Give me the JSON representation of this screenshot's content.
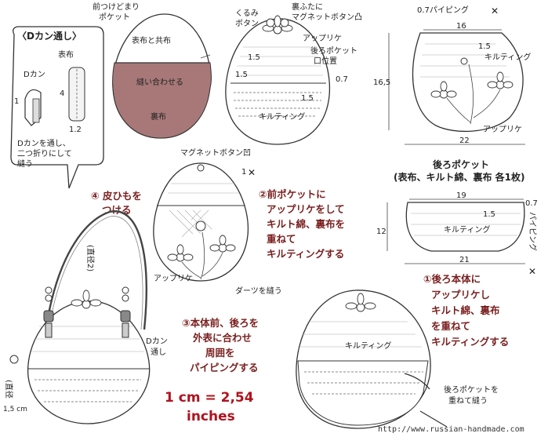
{
  "title": "〈Dカン通し〉",
  "watermark": "http://www.russian-handmade.com",
  "conversion": {
    "line1": "1 cm = 2,54",
    "line2": "inches"
  },
  "dring_panel": {
    "omote": "表布",
    "dkan": "Dカン",
    "n1": "1",
    "n4": "4",
    "n12": "1.2",
    "instr1": "Dカンを通し、",
    "instr2": "二つ折りにして",
    "instr3": "縫う"
  },
  "front_pocket": {
    "top1": "前つけどまり",
    "top2": "ポケット",
    "omote_tomo": "表布と共布",
    "nuiawase": "縫い合わせる",
    "urafu": "裏布"
  },
  "front_body": {
    "kurumi1": "くるみ",
    "kurumi2": "ボタン",
    "urafuta1": "裏ふたに",
    "urafuta2": "マグネットボタン凸",
    "applique": "アップリケ",
    "ushiro1": "後ろポケット",
    "ushiro2": "口位置",
    "d15a": "1.5",
    "d15b": "1.5",
    "d07": "0.7",
    "d15c": "1.5",
    "quilting": "キルティング"
  },
  "back_body": {
    "piping": "0.7パイピング",
    "w16": "16",
    "d15": "1.5",
    "quilting": "キルティング",
    "h165": "16,5",
    "applique": "アップリケ",
    "w22": "22"
  },
  "back_pocket": {
    "title": "後ろポケット",
    "subtitle": "(表布、キルト綿、裏布 各1枚)",
    "w19": "19",
    "d15": "1.5",
    "d07": "0.7",
    "piping": "パイピング",
    "quilting": "キルティング",
    "h12": "12",
    "w21": "21"
  },
  "step4": {
    "line1": "④ 皮ひもを",
    "line2": "つける"
  },
  "magnet_pocket": {
    "magnet": "マグネットボタン凹",
    "n1": "1",
    "applique": "アップリケ",
    "darts": "ダーツを縫う"
  },
  "step2": {
    "line1": "②前ポケットに",
    "line2": "アップリケをして",
    "line3": "キルト綿、裏布を",
    "line4": "重ねて",
    "line5": "キルティングする"
  },
  "step3": {
    "line1": "③本体前、後ろを",
    "line2": "外表に合わせ",
    "line3": "周囲を",
    "line4": "パイピングする"
  },
  "step1": {
    "line1": "①後ろ本体に",
    "line2": "アップリケし",
    "line3": "キルト綿、裏布",
    "line4": "を重ねて",
    "line5": "キルティングする"
  },
  "bag_view": {
    "chokkei2": "(直径2)",
    "dkan1": "Dカン",
    "dkan2": "通し",
    "chokkei": "(直径",
    "cm15": "1,5 cm"
  },
  "back_assembly": {
    "quilting": "キルティング",
    "pocket1": "後ろポケットを",
    "pocket2": "重ねて縫う"
  },
  "colors": {
    "lining": "#a87878",
    "step_text": "#7a1f1f",
    "conversion": "#b0121e"
  }
}
